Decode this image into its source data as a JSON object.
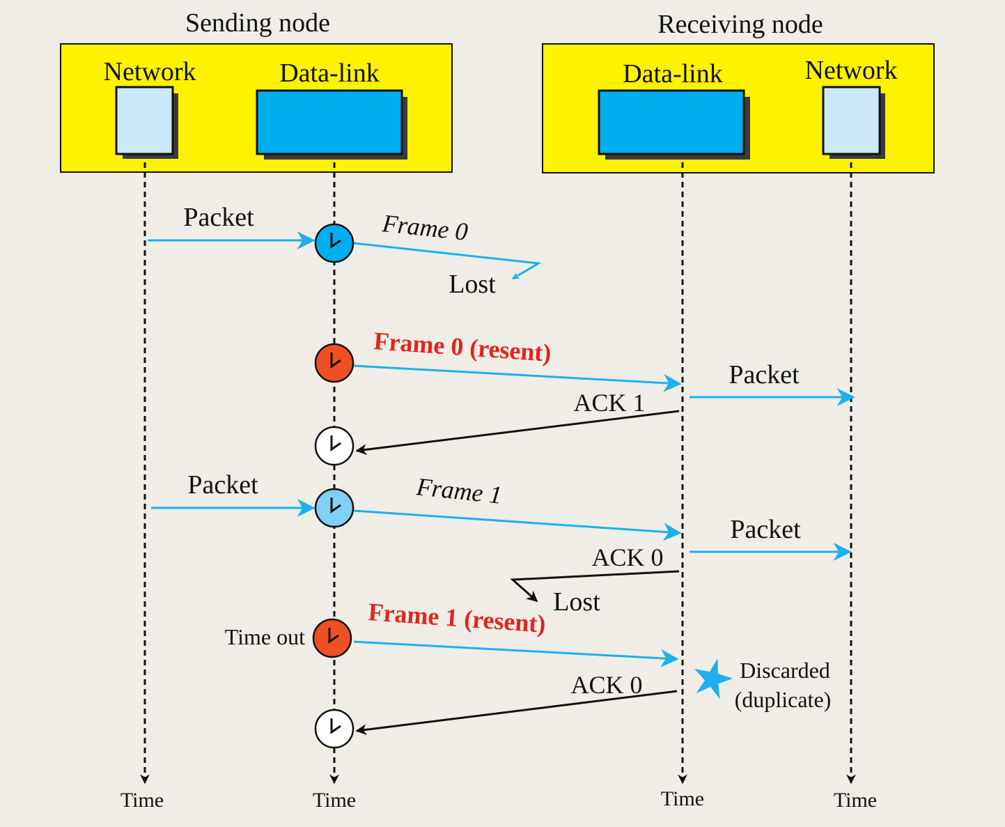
{
  "nodes": {
    "sending": {
      "title": "Sending node",
      "network_label": "Network",
      "datalink_label": "Data-link"
    },
    "receiving": {
      "title": "Receiving node",
      "datalink_label": "Data-link",
      "network_label": "Network"
    }
  },
  "timeline_labels": [
    "Time",
    "Time",
    "Time",
    "Time"
  ],
  "messages": {
    "packet_1": "Packet",
    "frame_0": "Frame 0",
    "lost_1": "Lost",
    "frame_0_resent": "Frame 0 (resent)",
    "packet_deliver_1": "Packet",
    "ack_1": "ACK 1",
    "packet_2": "Packet",
    "frame_1": "Frame 1",
    "packet_deliver_2": "Packet",
    "ack_0_first": "ACK 0",
    "lost_2": "Lost",
    "time_out": "Time out",
    "frame_1_resent": "Frame 1 (resent)",
    "discarded_line1": "Discarded",
    "discarded_line2": "(duplicate)",
    "ack_0_second": "ACK 0"
  },
  "colors": {
    "background": "#efede6",
    "node_box": "#fff200",
    "datalink_box": "#00aeef",
    "network_box": "#c9e8f8",
    "arrow_blue": "#1cb0ec",
    "arrow_black": "#111111",
    "resent_text": "#e1241f",
    "timer_started": "#00aeef",
    "timer_resent": "#f04e23",
    "timer_new": "#7fd0f4",
    "timer_stopped": "#ffffff",
    "discard_star": "#1cb0ec"
  }
}
